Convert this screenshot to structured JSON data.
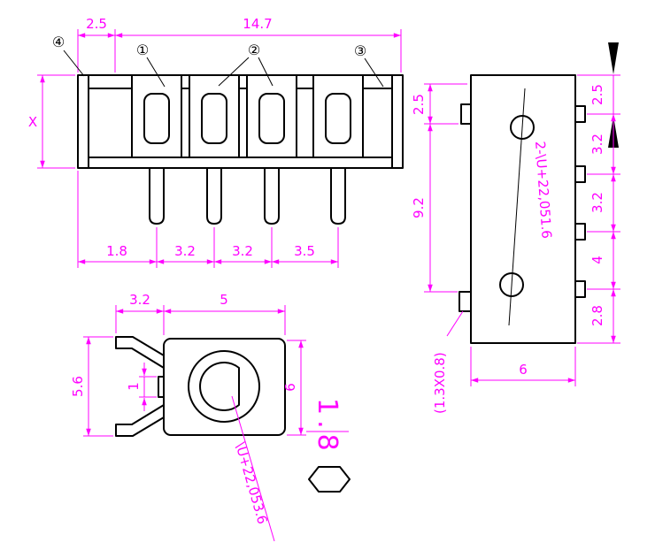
{
  "drawing": {
    "type": "technical-dimension-drawing",
    "part": "4-pin audio jack connector"
  },
  "colors": {
    "dimension": "#ff00ff",
    "outline": "#000000",
    "background": "#ffffff"
  },
  "front_view": {
    "dims": {
      "top_left": "2.5",
      "top_width": "14.7",
      "height": "X",
      "pin_chain": [
        "1.8",
        "3.2",
        "3.2",
        "3.5"
      ]
    },
    "callouts": [
      "④",
      "①",
      "②",
      "③"
    ]
  },
  "side_view": {
    "dims": {
      "left_top": "2.5",
      "left_holes": "9.2",
      "right_chain": [
        "2.5",
        "3.2",
        "3.2",
        "4",
        "2.8"
      ],
      "bottom_width": "6"
    },
    "labels": {
      "holes": "2-\\U+22,051.6",
      "tab": "(1.3X0.8)"
    }
  },
  "top_view": {
    "dims": {
      "claw": "3.2",
      "body_width": "5",
      "left_height": "5.6",
      "notch": "1",
      "right_height": "6"
    },
    "labels": {
      "hole_dia": "\\U+22,053.6"
    }
  },
  "nut_view": {
    "dims": {
      "thickness": "1.8"
    }
  }
}
